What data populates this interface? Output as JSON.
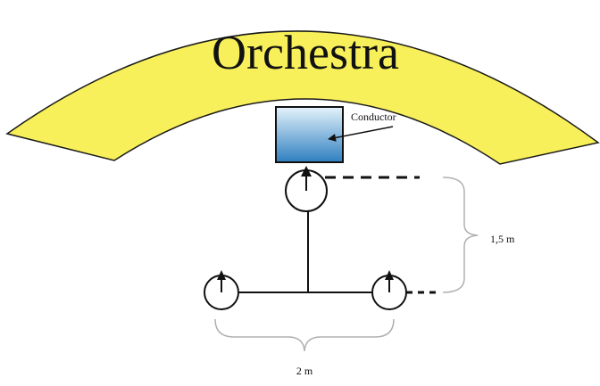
{
  "diagram": {
    "stage_label": "Orchestra",
    "conductor_label": "Conductor",
    "depth_label": "1,5 m",
    "width_label": "2 m",
    "colors": {
      "arc_fill": "#f7f05a",
      "arc_stroke": "#1a1a1a",
      "box_top": "#e4f3fb",
      "box_bottom": "#2f7fc0",
      "ink": "#111111",
      "brace": "#b0b0b0"
    }
  }
}
